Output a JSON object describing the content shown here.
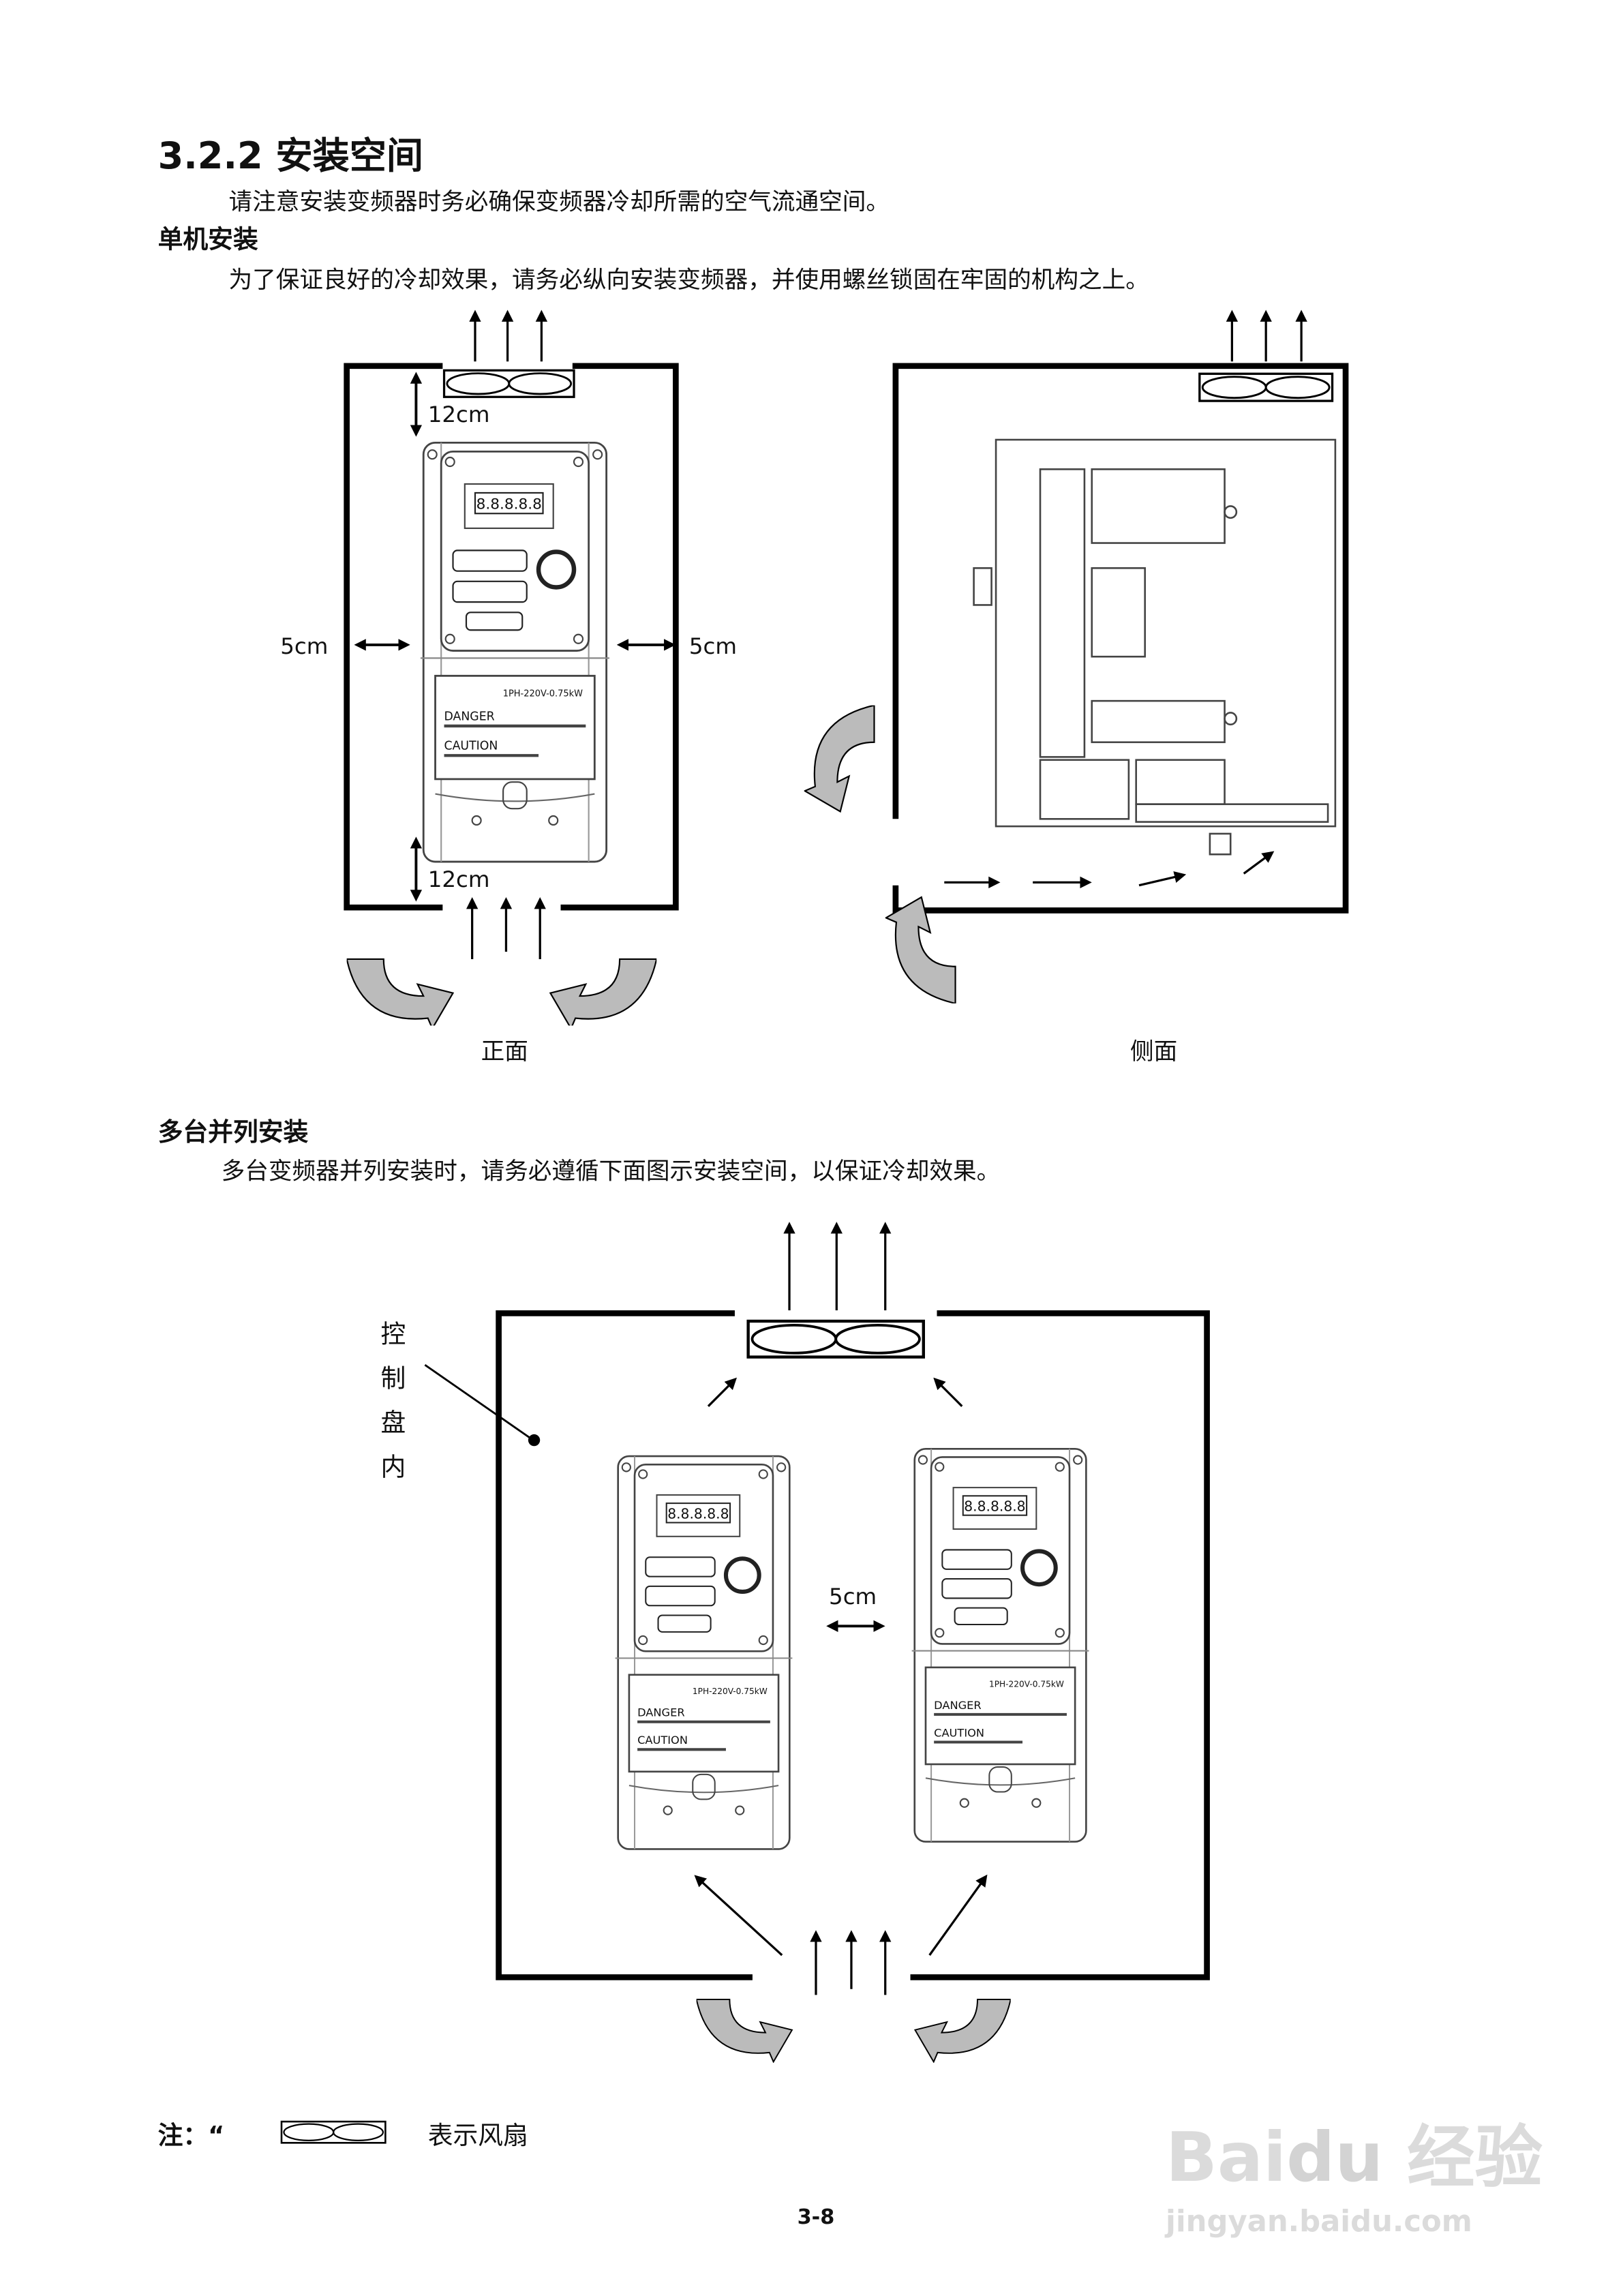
{
  "section": {
    "title": "3.2.2 安装空间",
    "intro": "请注意安装变频器时务必确保变频器冷却所需的空气流通空间。"
  },
  "single": {
    "heading": "单机安装",
    "text": "为了保证良好的冷却效果，请务必纵向安装变频器，并使用螺丝锁固在牢固的机构之上。",
    "top_gap": "12cm",
    "bottom_gap": "12cm",
    "left_gap": "5cm",
    "right_gap": "5cm",
    "front_caption": "正面",
    "side_caption": "侧面"
  },
  "multi": {
    "heading": "多台并列安装",
    "text": "多台变频器并列安装时，请务必遵循下面图示安装空间，以保证冷却效果。",
    "gap": "5cm",
    "panel_label": [
      "控",
      "制",
      "盘",
      "内"
    ]
  },
  "device": {
    "display": "8.8.8.8.8",
    "rating": "1PH-220V-0.75kW",
    "danger": "DANGER",
    "caution": "CAUTION"
  },
  "note": {
    "prefix": "注：“",
    "suffix": "表示风扇"
  },
  "page_number": "3-8",
  "watermark": {
    "brand": "Bai du 经验",
    "url": "jingyan.baidu.com"
  }
}
